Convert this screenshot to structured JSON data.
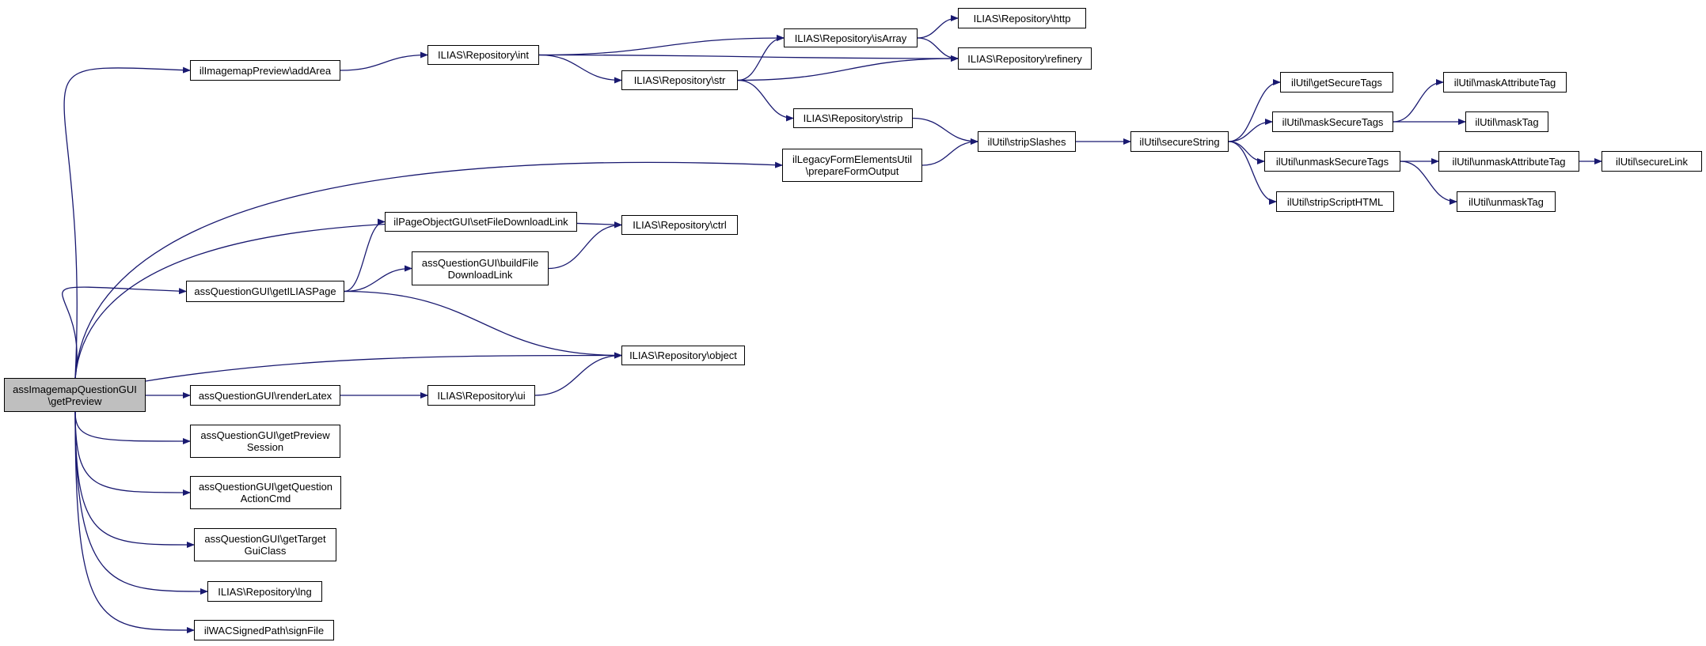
{
  "colors": {
    "edge": "#191970",
    "root_fill": "#bfbfbf",
    "node_fill": "#ffffff",
    "node_border": "#000000"
  },
  "nodes": [
    {
      "id": "root",
      "label": "assImagemapQuestionGUI\n\\getPreview",
      "root": true
    },
    {
      "id": "addArea",
      "label": "ilImagemapPreview\\addArea"
    },
    {
      "id": "int",
      "label": "ILIAS\\Repository\\int"
    },
    {
      "id": "isArray",
      "label": "ILIAS\\Repository\\isArray"
    },
    {
      "id": "http",
      "label": "ILIAS\\Repository\\http"
    },
    {
      "id": "refinery",
      "label": "ILIAS\\Repository\\refinery"
    },
    {
      "id": "str",
      "label": "ILIAS\\Repository\\str"
    },
    {
      "id": "strip",
      "label": "ILIAS\\Repository\\strip"
    },
    {
      "id": "prepareForm",
      "label": "ilLegacyFormElementsUtil\n\\prepareFormOutput"
    },
    {
      "id": "stripSlashes",
      "label": "ilUtil\\stripSlashes"
    },
    {
      "id": "secureString",
      "label": "ilUtil\\secureString"
    },
    {
      "id": "getSecureTags",
      "label": "ilUtil\\getSecureTags"
    },
    {
      "id": "maskSecureTags",
      "label": "ilUtil\\maskSecureTags"
    },
    {
      "id": "maskAttributeTag",
      "label": "ilUtil\\maskAttributeTag"
    },
    {
      "id": "maskTag",
      "label": "ilUtil\\maskTag"
    },
    {
      "id": "unmaskSecureTags",
      "label": "ilUtil\\unmaskSecureTags"
    },
    {
      "id": "unmaskAttrTag",
      "label": "ilUtil\\unmaskAttributeTag"
    },
    {
      "id": "secureLink",
      "label": "ilUtil\\secureLink"
    },
    {
      "id": "unmaskTag",
      "label": "ilUtil\\unmaskTag"
    },
    {
      "id": "stripScript",
      "label": "ilUtil\\stripScriptHTML"
    },
    {
      "id": "setFileDl",
      "label": "ilPageObjectGUI\\setFileDownloadLink"
    },
    {
      "id": "ctrl",
      "label": "ILIAS\\Repository\\ctrl"
    },
    {
      "id": "buildFileDl",
      "label": "assQuestionGUI\\buildFile\nDownloadLink"
    },
    {
      "id": "getILIASPage",
      "label": "assQuestionGUI\\getILIASPage"
    },
    {
      "id": "object",
      "label": "ILIAS\\Repository\\object"
    },
    {
      "id": "renderLatex",
      "label": "assQuestionGUI\\renderLatex"
    },
    {
      "id": "ui",
      "label": "ILIAS\\Repository\\ui"
    },
    {
      "id": "previewSession",
      "label": "assQuestionGUI\\getPreview\nSession"
    },
    {
      "id": "actionCmd",
      "label": "assQuestionGUI\\getQuestion\nActionCmd"
    },
    {
      "id": "targetGui",
      "label": "assQuestionGUI\\getTarget\nGuiClass"
    },
    {
      "id": "lng",
      "label": "ILIAS\\Repository\\lng"
    },
    {
      "id": "signFile",
      "label": "ilWACSignedPath\\signFile"
    }
  ],
  "edges": [
    [
      "root",
      "addArea"
    ],
    [
      "root",
      "prepareForm"
    ],
    [
      "root",
      "ctrl"
    ],
    [
      "root",
      "getILIASPage"
    ],
    [
      "root",
      "object"
    ],
    [
      "root",
      "renderLatex"
    ],
    [
      "root",
      "previewSession"
    ],
    [
      "root",
      "actionCmd"
    ],
    [
      "root",
      "targetGui"
    ],
    [
      "root",
      "lng"
    ],
    [
      "root",
      "signFile"
    ],
    [
      "addArea",
      "int"
    ],
    [
      "int",
      "refinery"
    ],
    [
      "int",
      "isArray"
    ],
    [
      "int",
      "str"
    ],
    [
      "isArray",
      "http"
    ],
    [
      "isArray",
      "refinery"
    ],
    [
      "str",
      "isArray"
    ],
    [
      "str",
      "refinery"
    ],
    [
      "str",
      "strip"
    ],
    [
      "strip",
      "stripSlashes"
    ],
    [
      "prepareForm",
      "stripSlashes"
    ],
    [
      "stripSlashes",
      "secureString"
    ],
    [
      "secureString",
      "getSecureTags"
    ],
    [
      "secureString",
      "maskSecureTags"
    ],
    [
      "secureString",
      "unmaskSecureTags"
    ],
    [
      "secureString",
      "stripScript"
    ],
    [
      "maskSecureTags",
      "maskAttributeTag"
    ],
    [
      "maskSecureTags",
      "maskTag"
    ],
    [
      "unmaskSecureTags",
      "unmaskAttrTag"
    ],
    [
      "unmaskSecureTags",
      "unmaskTag"
    ],
    [
      "unmaskAttrTag",
      "secureLink"
    ],
    [
      "getILIASPage",
      "setFileDl"
    ],
    [
      "getILIASPage",
      "buildFileDl"
    ],
    [
      "getILIASPage",
      "object"
    ],
    [
      "buildFileDl",
      "ctrl"
    ],
    [
      "renderLatex",
      "ui"
    ],
    [
      "ui",
      "object"
    ]
  ]
}
